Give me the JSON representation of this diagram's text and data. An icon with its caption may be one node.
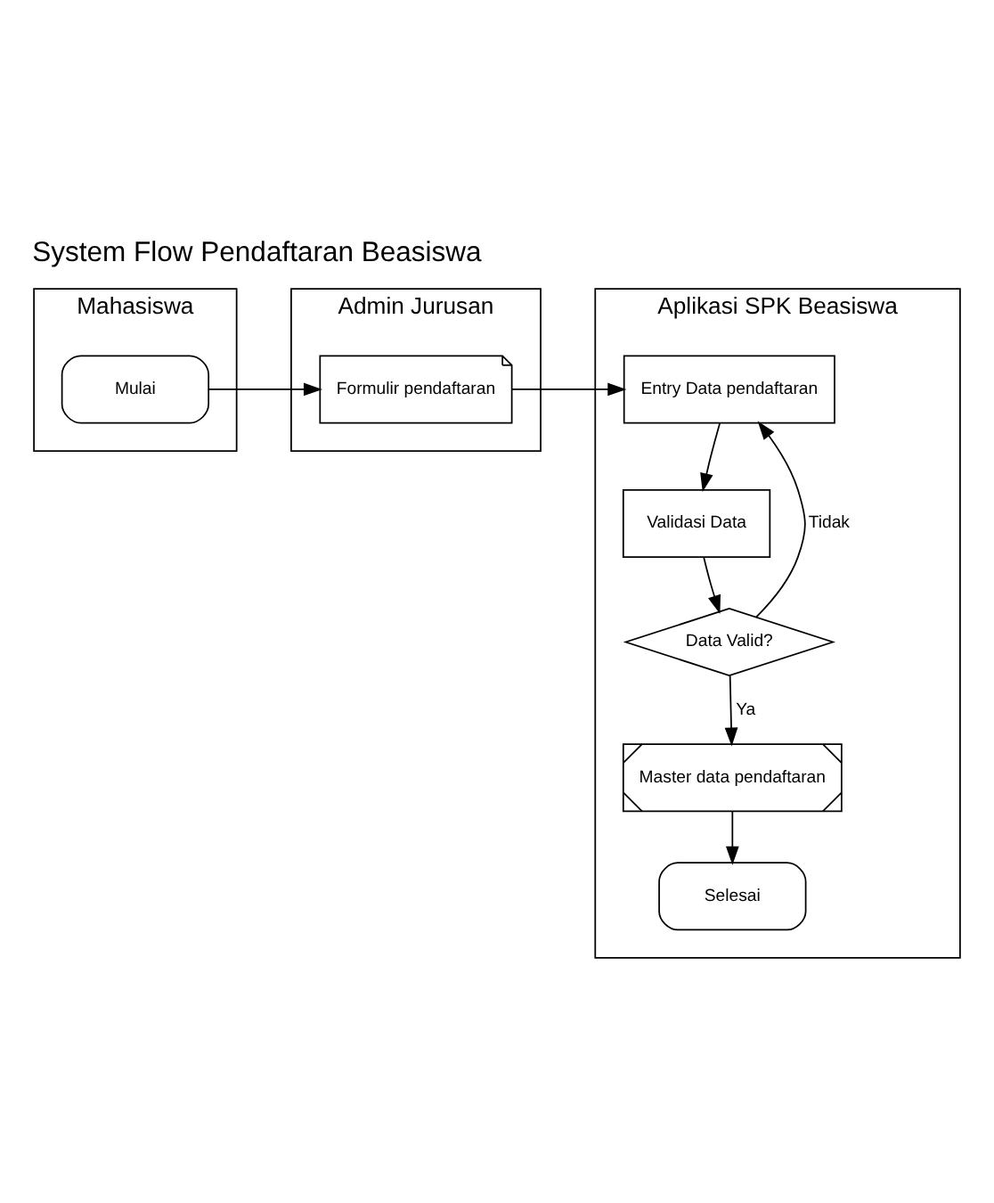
{
  "diagram": {
    "title": "System Flow Pendaftaran Beasiswa",
    "nodes": [
      {
        "text": [
          "Mahasiswa"
        ]
      },
      {
        "text": [
          "Admin Jurusan"
        ]
      },
      {
        "text": [
          "Aplikasi SPK Beasiswa"
        ]
      },
      {
        "text": [
          "Mulai"
        ],
        "in": 0
      },
      {
        "text": [
          "Formulir pendaftaran"
        ],
        "in": 1
      },
      {
        "text": [
          "Entry Data pendaftaran"
        ],
        "in": 2
      },
      {
        "text": [
          "Validasi Data"
        ],
        "in": 2
      },
      {
        "text": [
          "Data Valid?"
        ],
        "in": 2
      },
      {
        "text": [
          "Master data pendaftaran"
        ],
        "in": 2
      },
      {
        "text": [
          "Selesai"
        ],
        "in": 2
      }
    ],
    "edges": [
      {
        "from": 3,
        "to": 4,
        "arrow": "to"
      },
      {
        "from": 4,
        "to": 5,
        "arrow": "to"
      },
      {
        "from": 5,
        "to": 6,
        "arrow": "to"
      },
      {
        "from": 6,
        "to": 7,
        "arrow": "to"
      },
      {
        "from": 7,
        "to": 5,
        "arrow": "to",
        "label": "Tidak"
      },
      {
        "from": 7,
        "to": 8,
        "arrow": "to",
        "label": "Ya"
      },
      {
        "from": 8,
        "to": 9,
        "arrow": "to"
      }
    ]
  }
}
